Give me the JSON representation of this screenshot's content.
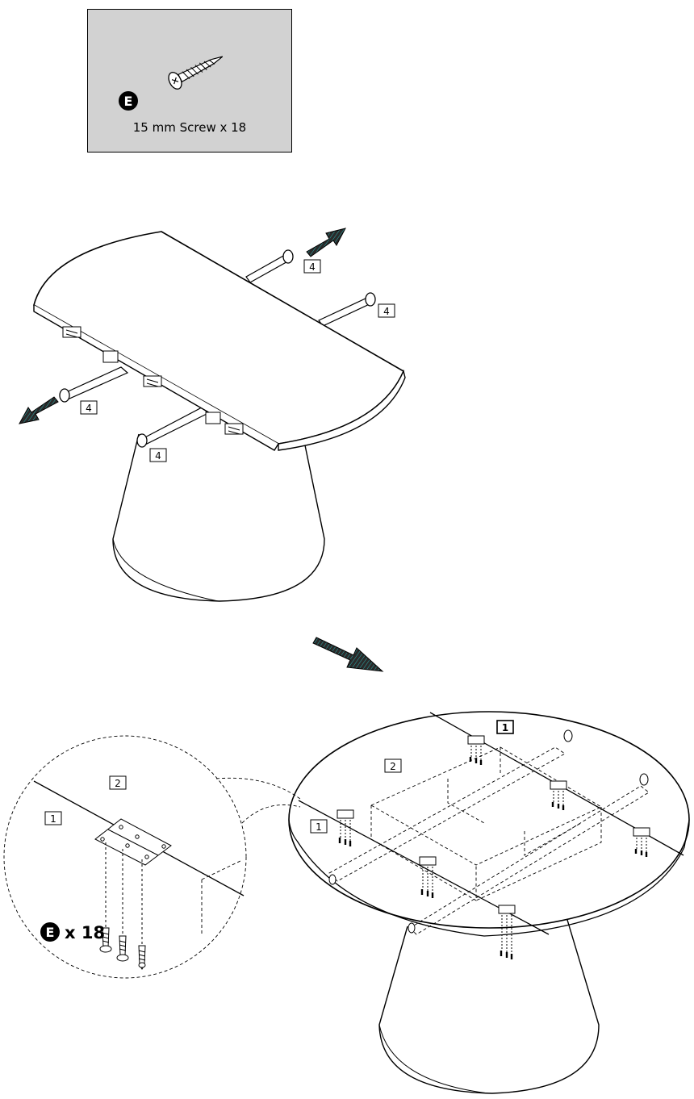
{
  "parts": {
    "part_letter": "E",
    "caption": "15 mm Screw x 18"
  },
  "step_top": {
    "extension_bar_label": "4"
  },
  "step_bottom": {
    "leaf_1_label": "1",
    "leaf_2_label": "2",
    "detail": {
      "leaf_1_label": "1",
      "leaf_2_label": "2",
      "screw_letter": "E",
      "screw_quantity": "x 18"
    }
  },
  "colors": {
    "parts_box_bg": "#d2d2d2",
    "arrow_fill": "#3a3a3a",
    "arrow_accent": "#2ab0b0"
  }
}
